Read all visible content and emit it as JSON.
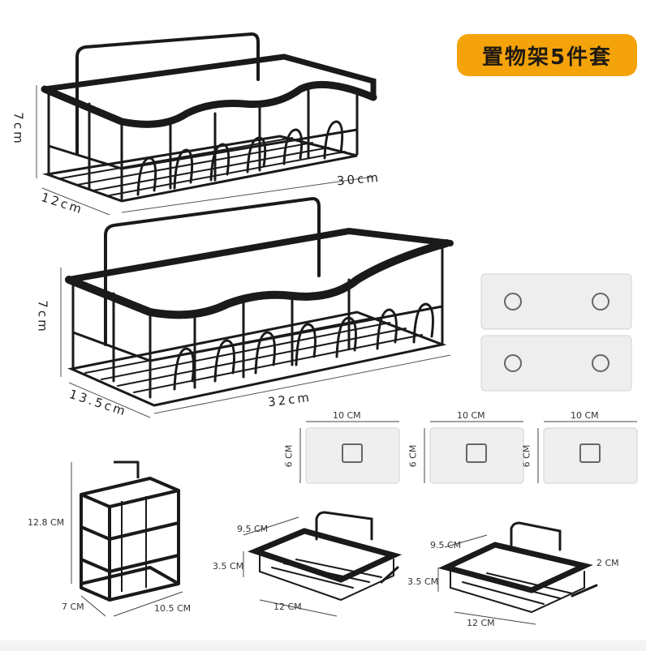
{
  "banner": {
    "text": "置物架5件套",
    "color": "#f4a30b"
  },
  "rack_large": {
    "height": "7cm",
    "depth": "12cm",
    "length": "30cm"
  },
  "rack_medium": {
    "height": "7cm",
    "depth": "13.5cm",
    "length": "32cm"
  },
  "hooks": [
    {
      "width": "10 CM",
      "height": "6 CM"
    },
    {
      "width": "10 CM",
      "height": "6 CM"
    },
    {
      "width": "10 CM",
      "height": "6 CM"
    }
  ],
  "holder": {
    "height": "12.8 CM",
    "depth": "7 CM",
    "width": "10.5 CM"
  },
  "soap_left": {
    "depth": "9.5 CM",
    "height": "3.5 CM",
    "width": "12 CM"
  },
  "soap_right": {
    "depth": "9.5 CM",
    "height": "3.5 CM",
    "width": "12 CM",
    "lip": "2 CM"
  },
  "colors": {
    "rack": "#1a1a1a",
    "pad": "#eeeeee",
    "pad_border": "#d3d3d3"
  }
}
